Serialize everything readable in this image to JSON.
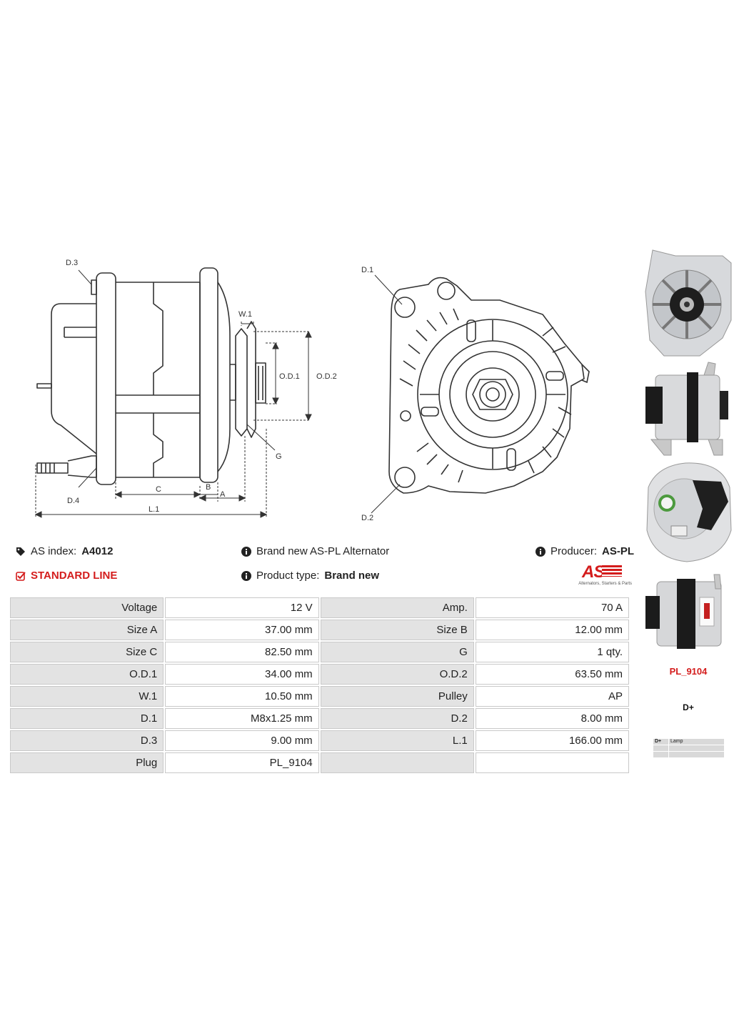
{
  "info": {
    "as_index_label": "AS index:",
    "as_index_value": "A4012",
    "line": "STANDARD LINE",
    "description": "Brand new AS-PL Alternator",
    "product_type_label": "Product type:",
    "product_type_value": "Brand new",
    "producer_label": "Producer:",
    "producer_value": "AS-PL"
  },
  "logo": {
    "mark": "AS",
    "tagline": "Alternators, Starters & Parts"
  },
  "drawing_labels": {
    "d3": "D.3",
    "d4": "D.4",
    "w1": "W.1",
    "od1": "O.D.1",
    "od2": "O.D.2",
    "g": "G",
    "c": "C",
    "b": "B",
    "a": "A",
    "l1": "L.1",
    "d1": "D.1",
    "d2": "D.2"
  },
  "specs": [
    [
      "Voltage",
      "12 V",
      "Amp.",
      "70 A"
    ],
    [
      "Size A",
      "37.00 mm",
      "Size B",
      "12.00 mm"
    ],
    [
      "Size C",
      "82.50 mm",
      "G",
      "1 qty."
    ],
    [
      "O.D.1",
      "34.00 mm",
      "O.D.2",
      "63.50 mm"
    ],
    [
      "W.1",
      "10.50 mm",
      "Pulley",
      "AP"
    ],
    [
      "D.1",
      "M8x1.25 mm",
      "D.2",
      "8.00 mm"
    ],
    [
      "D.3",
      "9.00 mm",
      "L.1",
      "166.00 mm"
    ],
    [
      "Plug",
      "PL_9104",
      "",
      ""
    ]
  ],
  "plug": {
    "name": "PL_9104",
    "pins_title": "D+"
  },
  "pins": [
    {
      "pin": "D+",
      "desc": "Lamp"
    },
    {
      "pin": "",
      "desc": ""
    },
    {
      "pin": "",
      "desc": ""
    }
  ],
  "colors": {
    "accent": "#d41c1c",
    "table_label_bg": "#e3e3e3",
    "table_border": "#c9c9c9"
  }
}
